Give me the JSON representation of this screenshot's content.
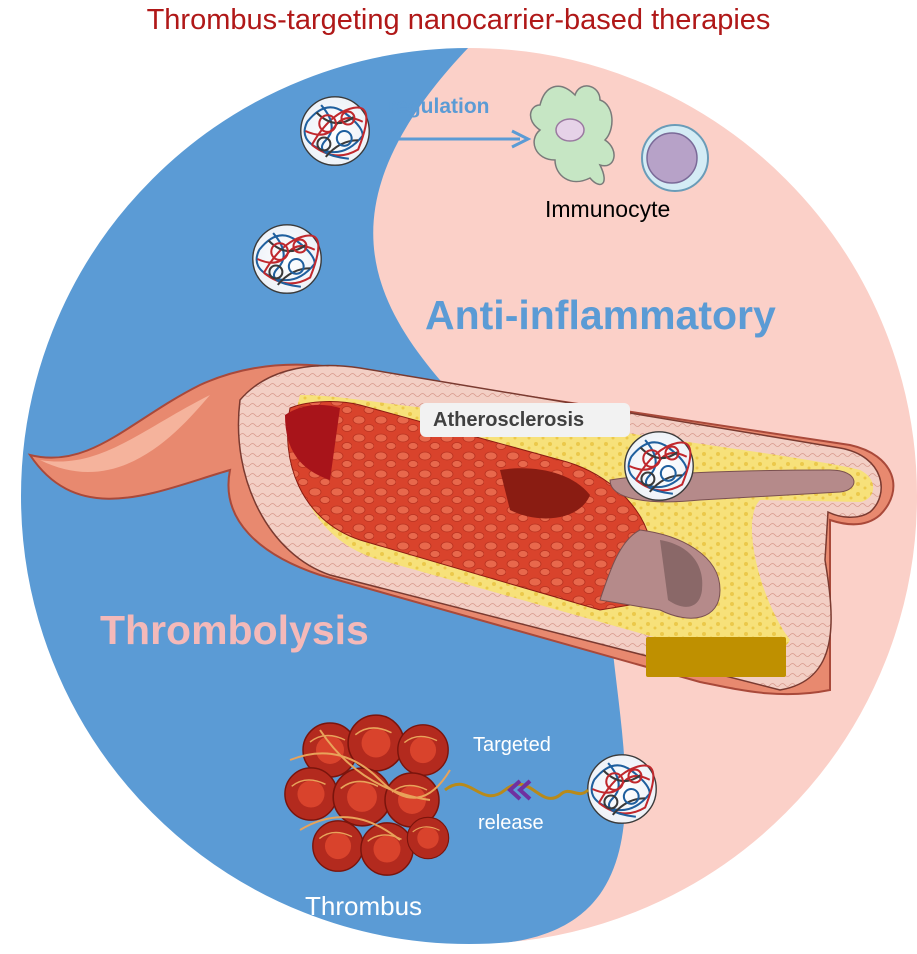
{
  "title": "Thrombus-targeting nanocarrier-based therapies",
  "labels": {
    "regulation": "regulation",
    "immunocyte": "Immunocyte",
    "anti_inflammatory": "Anti-inflammatory",
    "atherosclerosis": "Atherosclerosis",
    "thrombolysis": "Thrombolysis",
    "targeted": "Targeted",
    "release": "release",
    "thrombus": "Thrombus"
  },
  "colors": {
    "title": "#b01818",
    "blue_half": "#5b9bd5",
    "pink_half": "#fbd0c8",
    "anti_inflammatory_text": "#5b9bd5",
    "thrombolysis_text": "#f4b9b9",
    "regulation_text": "#5b9bd5",
    "thrombus_text": "#ffffff",
    "targeted_text": "#ffffff",
    "label_box": "#f2f2f2",
    "blocked_box": "#bf9000"
  }
}
